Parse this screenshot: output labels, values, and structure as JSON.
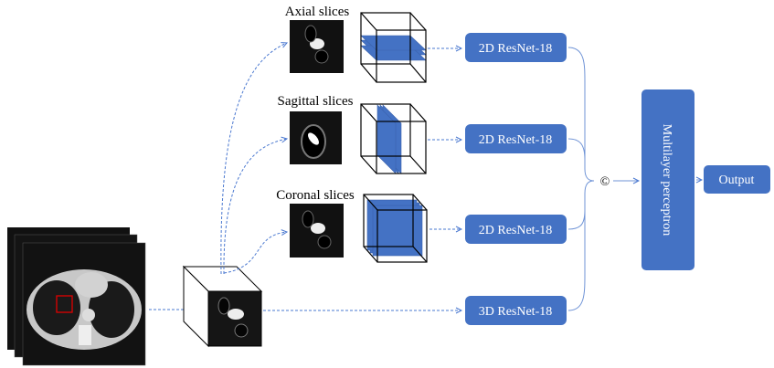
{
  "labels": {
    "axial": "Axial slices",
    "sagittal": "Sagittal slices",
    "coronal": "Coronal slices"
  },
  "networks": [
    "2D ResNet-18",
    "2D ResNet-18",
    "2D ResNet-18",
    "3D ResNet-18"
  ],
  "concat_symbol": "©",
  "mlp": "Multilayer perceptron",
  "output": "Output",
  "colors": {
    "block": "#4472c4",
    "arrow": "#4a78d0",
    "roi": "#e00000"
  }
}
